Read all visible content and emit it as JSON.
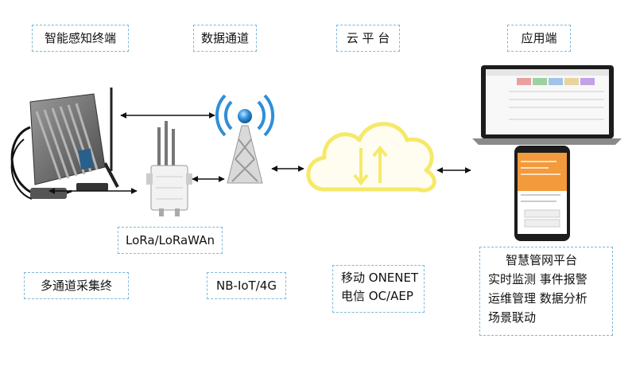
{
  "headers": {
    "terminal": "智能感知终端",
    "channel": "数据通道",
    "cloud": "云 平 台",
    "app": "应用端"
  },
  "labels": {
    "lora": "LoRa/LoRaWAn",
    "collector": "多通道采集终",
    "nbiot": "NB-IoT/4G"
  },
  "cloud_box": {
    "line1": "移动 ONENET",
    "line2": "电信 OC/AEP"
  },
  "platform_box": {
    "line1": "智慧管网平台",
    "line2": "实时监测  事件报警",
    "line3": "运维管理  数据分析",
    "line4": "场景联动"
  },
  "colors": {
    "label_border": "#7fb7d9",
    "cloud_stroke": "#f6e96a",
    "phone_screen": "#f39a3c",
    "tower_blue": "#2f8fd8"
  },
  "icons": [
    "gateway-device",
    "collector-device",
    "signal-tower-icon",
    "cloud-icon",
    "laptop-icon",
    "phone-icon"
  ]
}
